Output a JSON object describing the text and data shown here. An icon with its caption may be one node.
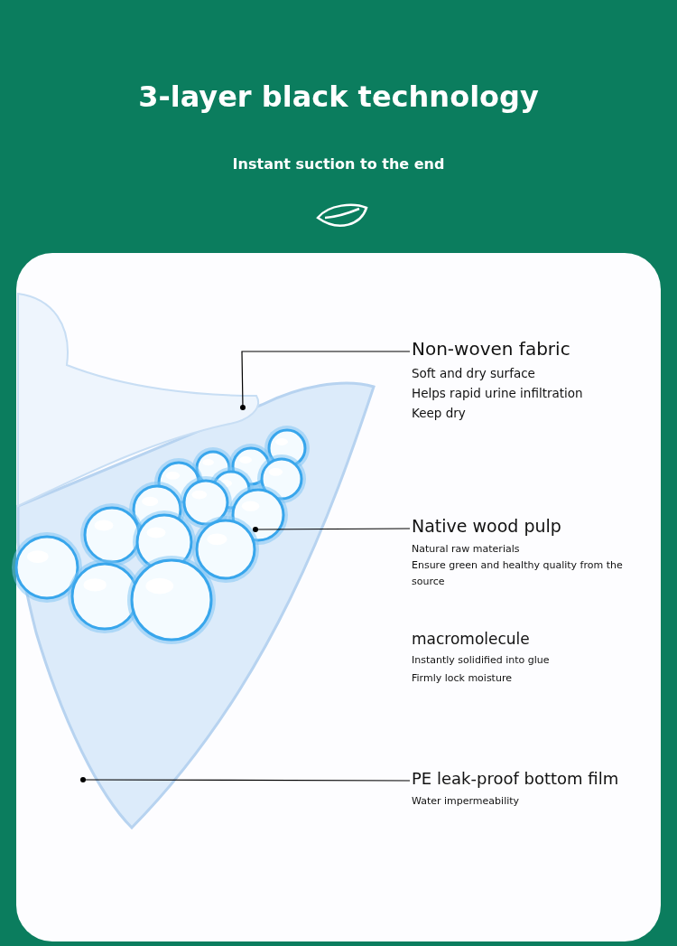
{
  "diagram": {
    "title": "3-layer black technology",
    "nodes": [
      {
        "text": [
          "Non-woven fabric",
          "Soft and dry surface",
          "Helps rapid urine infiltration",
          "Keep dry"
        ]
      },
      {
        "text": [],
        "shape": "picture"
      },
      {
        "text": [
          "Native wood pulp",
          "Natural raw materials",
          "Ensure green and healthy quality from the source"
        ]
      },
      {
        "text": [],
        "shape": "picture",
        "in": 6
      },
      {
        "text": [
          "macromolecule",
          "Instantly solidified into glue",
          "Firmly lock moisture"
        ]
      },
      {
        "text": [
          "PE leak-proof bottom film",
          "Water impermeability"
        ]
      },
      {
        "text": [],
        "shape": "picture"
      }
    ],
    "edges": [
      {
        "from": 0,
        "to": 1,
        "arrow": "other"
      },
      {
        "from": 2,
        "to": 3,
        "arrow": "other"
      },
      {
        "from": 5,
        "to": 6,
        "arrow": "other"
      }
    ],
    "labels": [
      "Instant suction to the end"
    ]
  }
}
